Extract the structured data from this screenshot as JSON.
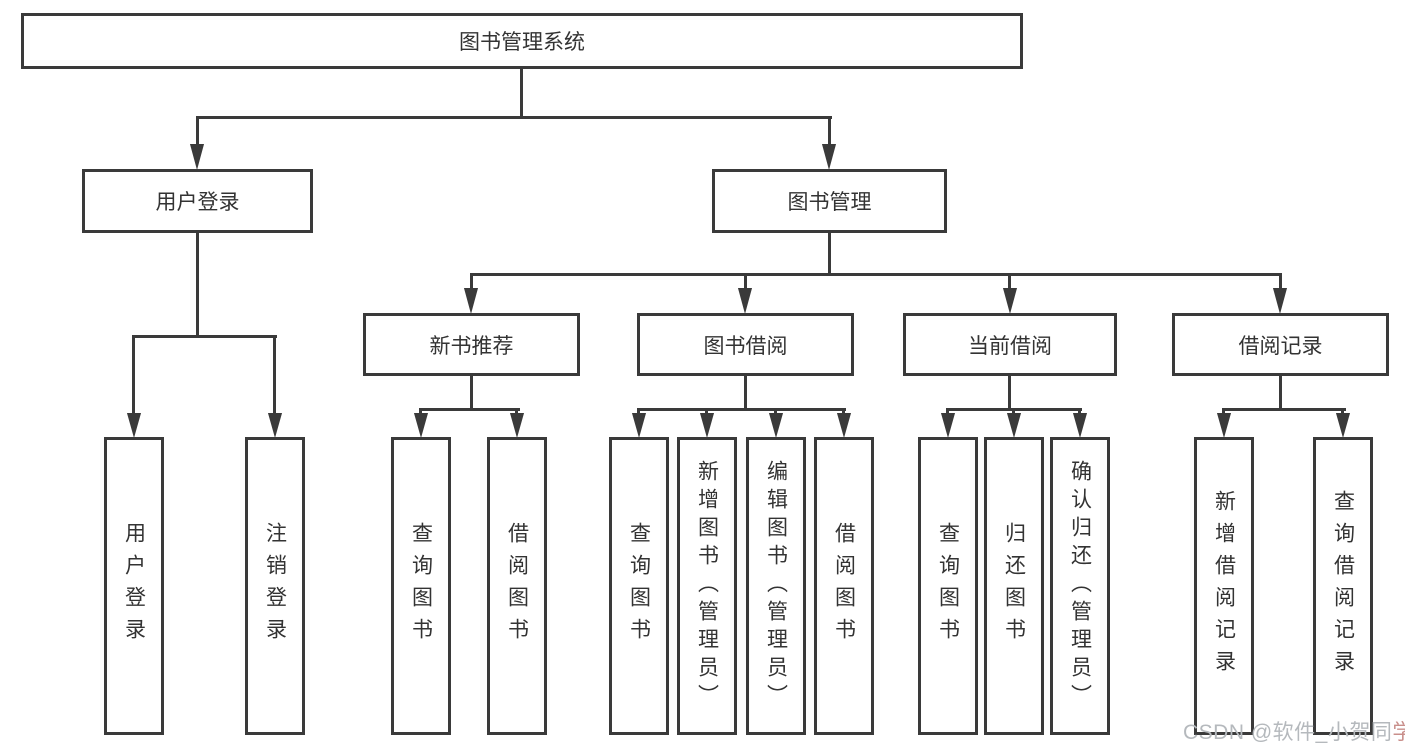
{
  "diagram": {
    "root": {
      "label": "图书管理系统"
    },
    "level2": [
      {
        "label": "用户登录"
      },
      {
        "label": "图书管理"
      }
    ],
    "level3": [
      {
        "label": "新书推荐"
      },
      {
        "label": "图书借阅"
      },
      {
        "label": "当前借阅"
      },
      {
        "label": "借阅记录"
      }
    ],
    "leaves": {
      "user_login": [
        {
          "label": "用户登录"
        },
        {
          "label": "注销登录"
        }
      ],
      "new_book_recommend": [
        {
          "label": "查询图书"
        },
        {
          "label": "借阅图书"
        }
      ],
      "book_borrow": [
        {
          "label": "查询图书"
        },
        {
          "label": "新增图书（管理员）"
        },
        {
          "label": "编辑图书（管理员）"
        },
        {
          "label": "借阅图书"
        }
      ],
      "current_borrow": [
        {
          "label": "查询图书"
        },
        {
          "label": "归还图书"
        },
        {
          "label": "确认归还（管理员）"
        }
      ],
      "borrow_records": [
        {
          "label": "新增借阅记录"
        },
        {
          "label": "查询借阅记录"
        }
      ]
    },
    "colors": {
      "line": "#3a3a3a",
      "text": "#333333",
      "background": "#ffffff",
      "watermark": "#b5b9bd",
      "watermark_accent": "#c98f8b"
    },
    "watermark": {
      "prefix": "CSDN @软件_小贺同",
      "accent": "学"
    }
  }
}
